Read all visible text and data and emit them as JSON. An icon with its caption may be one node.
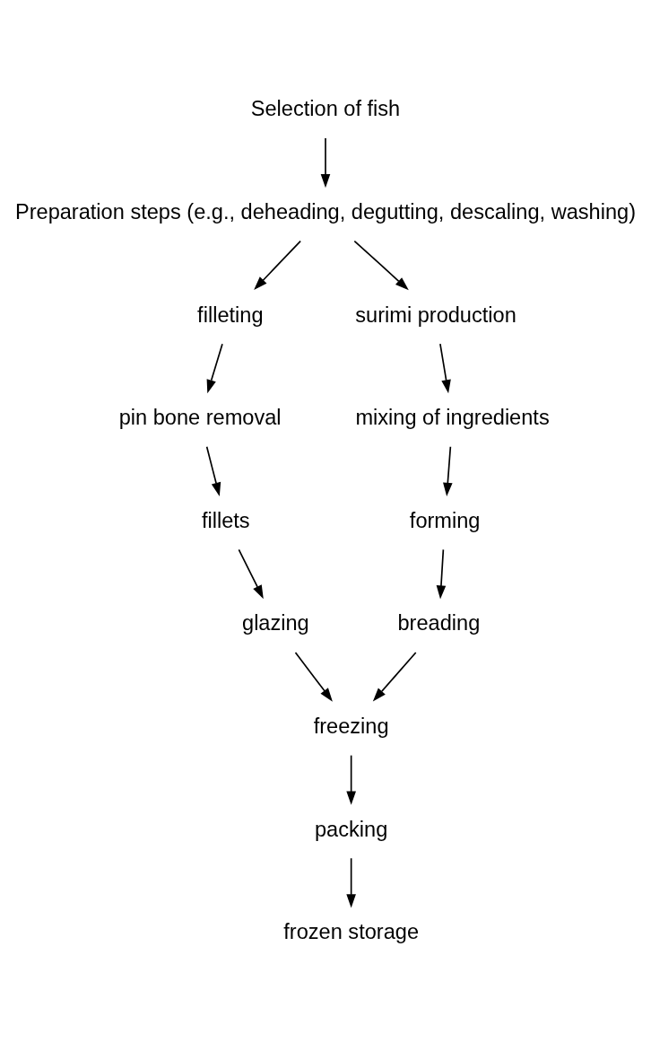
{
  "diagram": {
    "nodes": [
      {
        "text": [
          "Selection of fish"
        ]
      },
      {
        "text": [
          "Preparation steps (e.g., deheading, degutting, descaling, washing)"
        ]
      },
      {
        "text": [
          "filleting"
        ]
      },
      {
        "text": [
          "pin bone removal"
        ]
      },
      {
        "text": [
          "fillets"
        ]
      },
      {
        "text": [
          "glazing"
        ]
      },
      {
        "text": [
          "surimi production"
        ]
      },
      {
        "text": [
          "mixing of ingredients"
        ]
      },
      {
        "text": [
          "forming"
        ]
      },
      {
        "text": [
          "breading"
        ]
      },
      {
        "text": [
          "freezing"
        ]
      },
      {
        "text": [
          "packing"
        ]
      },
      {
        "text": [
          "frozen storage"
        ]
      }
    ],
    "edges": [
      {
        "from": 0,
        "to": 1,
        "arrow": "to"
      },
      {
        "from": 1,
        "to": 2,
        "arrow": "to"
      },
      {
        "from": 1,
        "to": 6,
        "arrow": "to"
      },
      {
        "from": 2,
        "to": 3,
        "arrow": "to"
      },
      {
        "from": 3,
        "to": 4,
        "arrow": "to"
      },
      {
        "from": 4,
        "to": 5,
        "arrow": "to"
      },
      {
        "from": 6,
        "to": 7,
        "arrow": "to"
      },
      {
        "from": 7,
        "to": 8,
        "arrow": "to"
      },
      {
        "from": 8,
        "to": 9,
        "arrow": "to"
      },
      {
        "from": 5,
        "to": 10,
        "arrow": "to"
      },
      {
        "from": 9,
        "to": 10,
        "arrow": "to"
      },
      {
        "from": 10,
        "to": 11,
        "arrow": "to"
      },
      {
        "from": 11,
        "to": 12,
        "arrow": "to"
      }
    ]
  }
}
